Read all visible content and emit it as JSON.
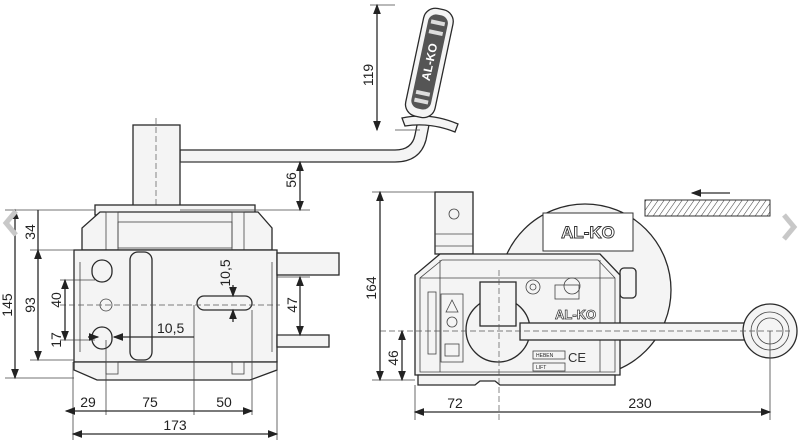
{
  "dimensions": {
    "handle_height": "119",
    "crank_offset": "56",
    "overall_height": "145",
    "body_height": "93",
    "top_height": "34",
    "hole_spacing_vertical": "40",
    "hole_offset_bottom": "17",
    "slot_width_vertical": "10,5",
    "slot_width_horizontal": "10,5",
    "bracket_spacing": "47",
    "left_offset": "29",
    "hole_spacing_horizontal": "75",
    "right_offset": "50",
    "overall_width": "173",
    "side_height": "164",
    "crank_axis_height": "46",
    "crank_axis_offset": "72",
    "crank_length": "230"
  },
  "labels": {
    "brand_handle": "AL-KO",
    "brand_drum": "AL-KO",
    "brand_housing": "AL-KO",
    "lift_de": "HEBEN",
    "lift_en": "LIFT",
    "ce_mark": "CE"
  },
  "nav": {
    "prev_icon": "chevron-left-icon",
    "next_icon": "chevron-right-icon",
    "color": "#c8c8c8"
  }
}
